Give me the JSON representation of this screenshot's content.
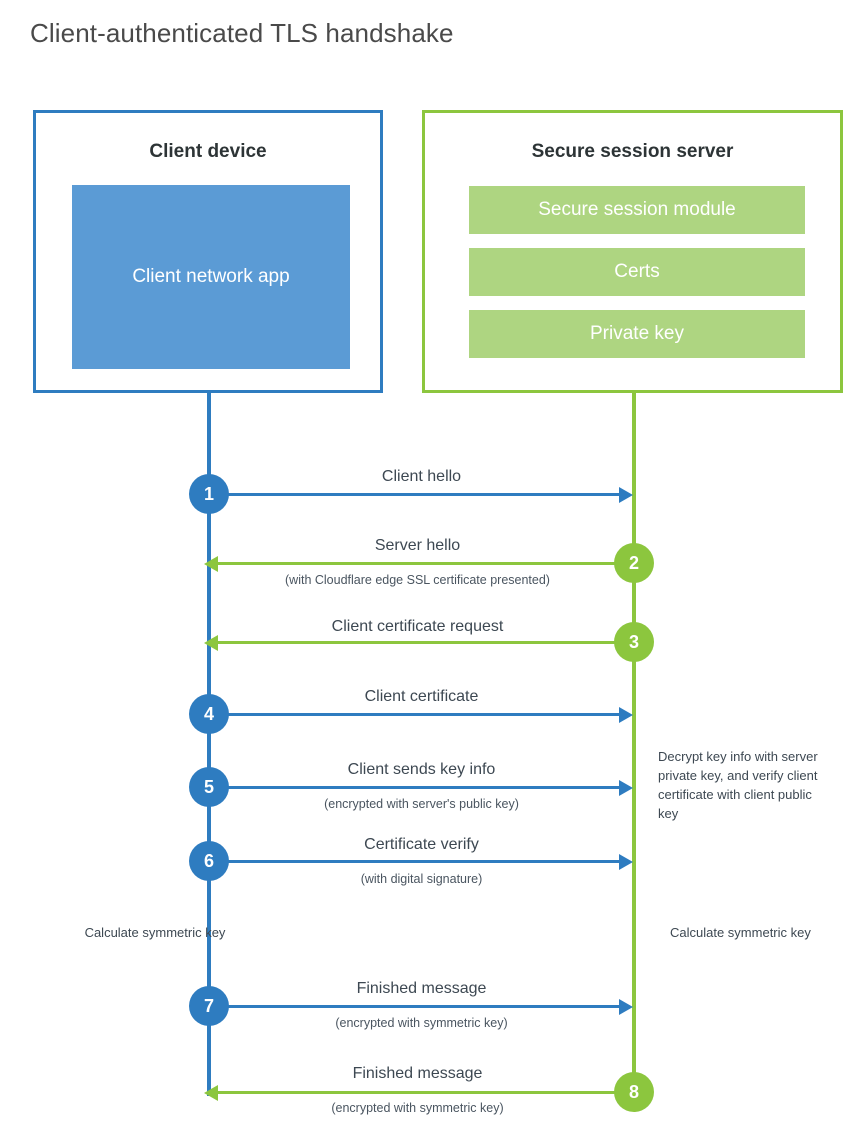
{
  "title": "Client-authenticated TLS handshake",
  "colors": {
    "client_accent": "#2e7cc0",
    "client_app_fill": "#5b9bd5",
    "server_accent": "#8cc63e",
    "server_bar_fill": "#aed581",
    "text": "#3d4852"
  },
  "client": {
    "title": "Client device",
    "app_label": "Client network app"
  },
  "server": {
    "title": "Secure session server",
    "bars": [
      {
        "label": "Secure session module"
      },
      {
        "label": "Certs"
      },
      {
        "label": "Private key"
      }
    ]
  },
  "notes": {
    "client_calculate": "Calculate symmetric key",
    "server_calculate": "Calculate symmetric key",
    "server_decrypt": "Decrypt key info with server private key, and verify client certificate with client public key"
  },
  "steps": [
    {
      "number": "1",
      "label": "Client hello",
      "sub": "",
      "direction": "client-to-server"
    },
    {
      "number": "2",
      "label": "Server hello",
      "sub": "(with Cloudflare edge SSL certificate presented)",
      "direction": "server-to-client"
    },
    {
      "number": "3",
      "label": "Client certificate request",
      "sub": "",
      "direction": "server-to-client"
    },
    {
      "number": "4",
      "label": "Client certificate",
      "sub": "",
      "direction": "client-to-server"
    },
    {
      "number": "5",
      "label": "Client sends key info",
      "sub": "(encrypted with server's public key)",
      "direction": "client-to-server"
    },
    {
      "number": "6",
      "label": "Certificate verify",
      "sub": "(with digital signature)",
      "direction": "client-to-server"
    },
    {
      "number": "7",
      "label": "Finished message",
      "sub": "(encrypted with symmetric key)",
      "direction": "client-to-server"
    },
    {
      "number": "8",
      "label": "Finished message",
      "sub": "(encrypted with symmetric key)",
      "direction": "server-to-client"
    }
  ]
}
